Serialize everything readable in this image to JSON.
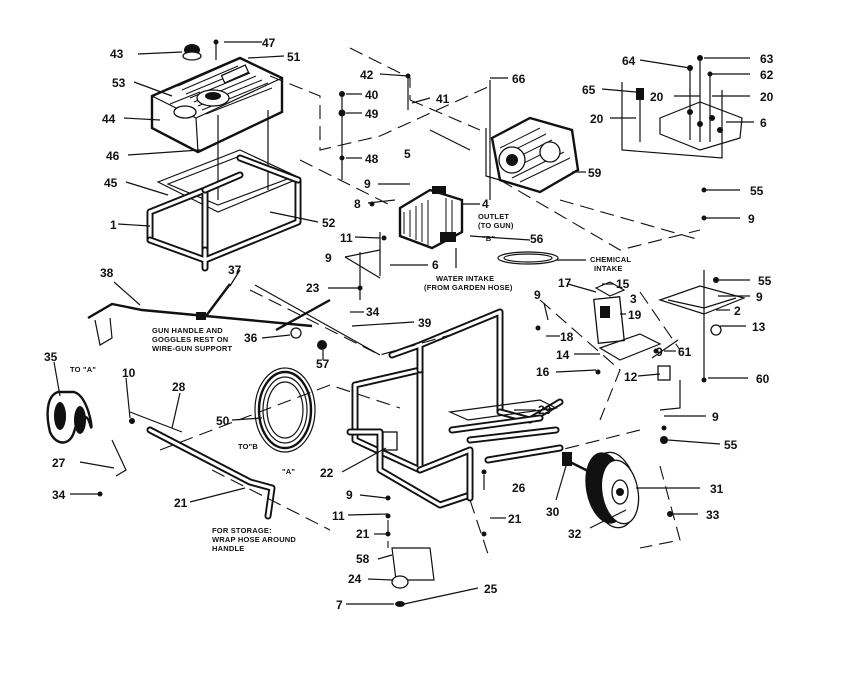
{
  "parts": {
    "p1": "1",
    "p2": "2",
    "p3": "3",
    "p4": "4",
    "p5": "5",
    "p6a": "6",
    "p6b": "6",
    "p7": "7",
    "p8": "8",
    "p9a": "9",
    "p9b": "9",
    "p9c": "9",
    "p9d": "9",
    "p9e": "9",
    "p9f": "9",
    "p9g": "9",
    "p9h": "9",
    "p10": "10",
    "p11a": "11",
    "p11b": "11",
    "p12": "12",
    "p13": "13",
    "p14": "14",
    "p15": "15",
    "p16": "16",
    "p17": "17",
    "p18": "18",
    "p19": "19",
    "p20a": "20",
    "p20b": "20",
    "p20c": "20",
    "p21a": "21",
    "p21b": "21",
    "p21c": "21",
    "p22": "22",
    "p23": "23",
    "p24": "24",
    "p25": "25",
    "p26": "26",
    "p27": "27",
    "p28": "28",
    "p29": "29",
    "p30": "30",
    "p31": "31",
    "p32": "32",
    "p33": "33",
    "p34a": "34",
    "p34b": "34",
    "p35": "35",
    "p36": "36",
    "p37": "37",
    "p38": "38",
    "p39": "39",
    "p40": "40",
    "p41": "41",
    "p42": "42",
    "p43": "43",
    "p44": "44",
    "p45": "45",
    "p46": "46",
    "p47": "47",
    "p48": "48",
    "p49": "49",
    "p50": "50",
    "p51": "51",
    "p52": "52",
    "p53": "53",
    "p55a": "55",
    "p55b": "55",
    "p55c": "55",
    "p56": "56",
    "p57": "57",
    "p58": "58",
    "p59": "59",
    "p60": "60",
    "p61": "61",
    "p62": "62",
    "p63": "63",
    "p64": "64",
    "p65": "65",
    "p66": "66"
  },
  "notes": {
    "outlet_1": "OUTLET",
    "outlet_2": "(TO GUN)",
    "b_label": "\"B\"",
    "chemical_1": "CHEMICAL",
    "chemical_2": "INTAKE",
    "water_1": "WATER INTAKE",
    "water_2": "(FROM GARDEN HOSE)",
    "gun_1": "GUN HANDLE AND",
    "gun_2": "GOGGLES REST ON",
    "gun_3": "WIRE-GUN SUPPORT",
    "to_a": "TO \"A\"",
    "to_b": "TO\"B",
    "a_label": "\"A\"",
    "storage_1": "FOR STORAGE:",
    "storage_2": "WRAP HOSE AROUND",
    "storage_3": "HANDLE"
  }
}
